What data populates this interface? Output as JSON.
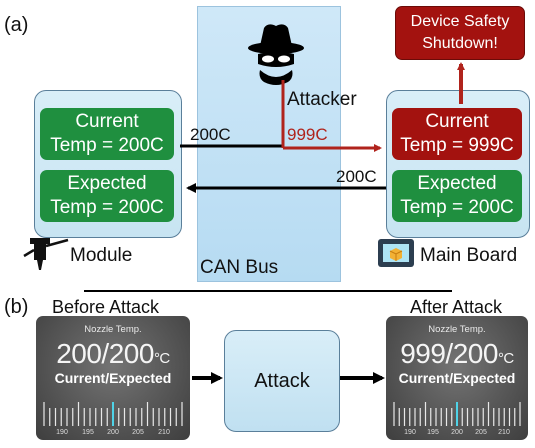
{
  "part_a": {
    "label": "(a)",
    "can_bus_label": "CAN Bus",
    "attacker_label": "Attacker",
    "shutdown_label": "Device Safety\nShutdown!",
    "module": {
      "label": "Module",
      "current": "Current\nTemp = 200C",
      "expected": "Expected\nTemp = 200C"
    },
    "main_board": {
      "label": "Main Board",
      "current": "Current\nTemp = 999C",
      "expected": "Expected\nTemp = 200C"
    },
    "msg_sent": "200C",
    "msg_injected": "999C",
    "msg_return": "200C"
  },
  "part_b": {
    "label": "(b)",
    "before_label": "Before Attack",
    "after_label": "After Attack",
    "attack_label": "Attack",
    "before_display": {
      "title": "Nozzle Temp.",
      "reading": "200/200",
      "unit": "°C",
      "sub": "Current/Expected",
      "scale": [
        "190",
        "195",
        "200",
        "205",
        "210"
      ]
    },
    "after_display": {
      "title": "Nozzle Temp.",
      "reading": "999/200",
      "unit": "°C",
      "sub": "Current/Expected",
      "scale": [
        "190",
        "195",
        "200",
        "205",
        "210"
      ]
    }
  },
  "colors": {
    "green": "#1f8f3f",
    "red": "#a3120f",
    "can_bus": "#bfe0f5",
    "attack_red": "#b0231c"
  }
}
